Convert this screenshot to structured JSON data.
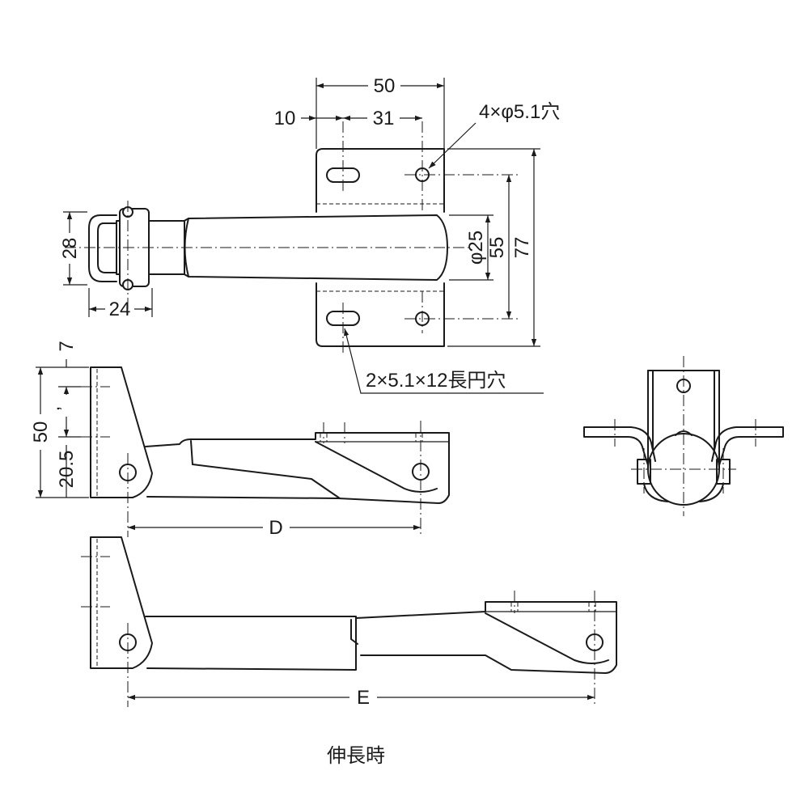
{
  "dimensions": {
    "width_50": "50",
    "offset_10": "10",
    "pitch_31": "31",
    "holes_note": "4×φ5.1穴",
    "diameter_25": "φ25",
    "pitch_55": "55",
    "height_77": "77",
    "loop_28": "28",
    "loop_24": "24",
    "slot_note": "2×5.1×12長円穴",
    "side_7": "7",
    "side_50": "50",
    "side_20_5": "20.5",
    "length_d": "D",
    "length_e": "E"
  },
  "caption": "伸長時"
}
